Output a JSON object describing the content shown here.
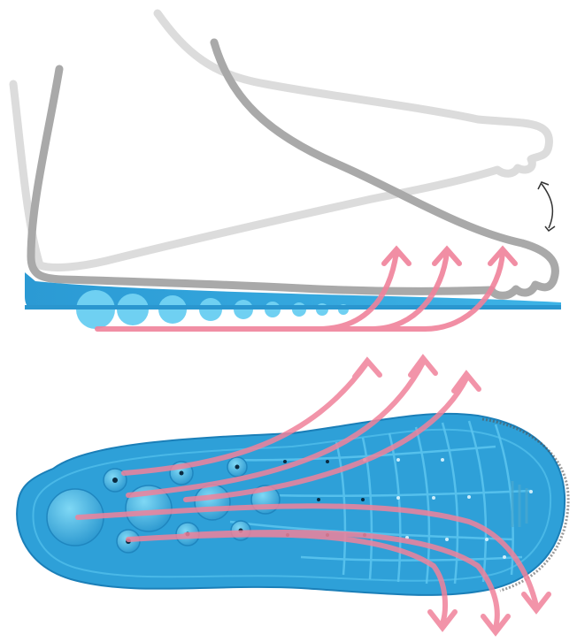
{
  "diagram": {
    "type": "insole-airflow-illustration",
    "panels": [
      {
        "id": "side-view",
        "subject": "foot-on-insole-profile"
      },
      {
        "id": "top-view",
        "subject": "insole-with-air-channels"
      }
    ],
    "insole_brand_text": "",
    "colors": {
      "insole_blue": "#2e9ed6",
      "insole_light": "#6fd0f2",
      "insole_edge": "#1b7fb8",
      "airflow_arrow": "#f0829b",
      "foot_outline_dark": "#a9a9a9",
      "foot_outline_light": "#d9d9d9",
      "motion_arrow": "#333333"
    },
    "icons": [
      "airflow-arrow",
      "flex-motion-arrow"
    ]
  }
}
